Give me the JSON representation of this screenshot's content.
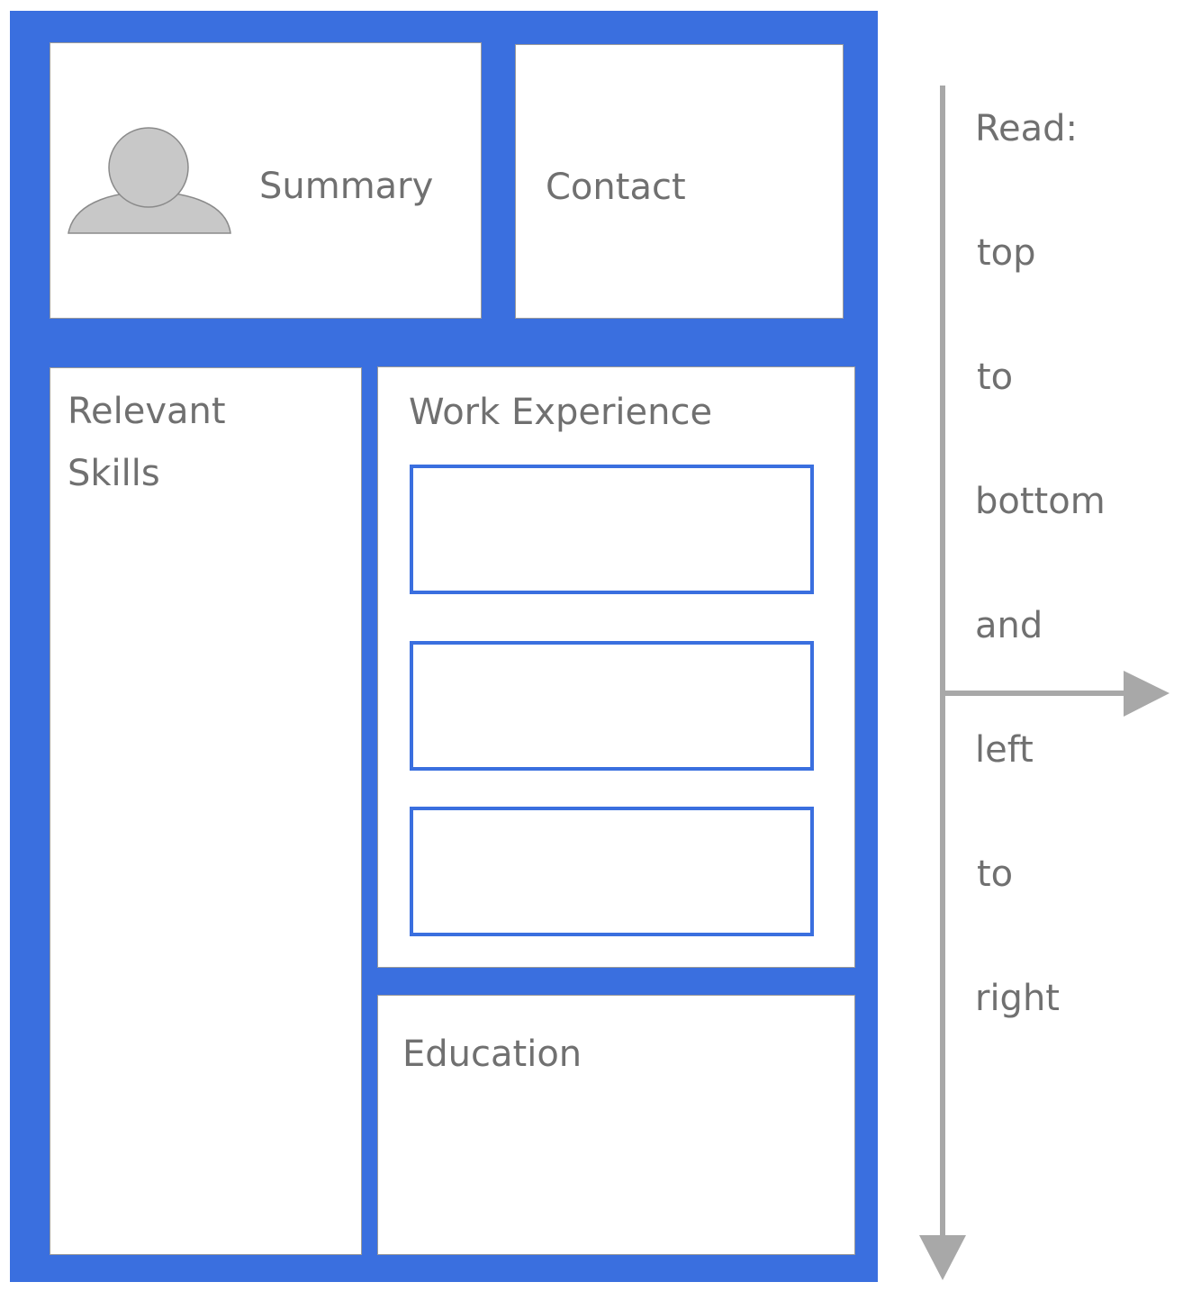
{
  "sections": {
    "summary": "Summary",
    "contact": "Contact",
    "skills": "Relevant\nSkills",
    "work_experience": "Work Experience",
    "education": "Education"
  },
  "work_experience_boxes": 3,
  "reading_order": [
    "Read:",
    "top",
    "to",
    "bottom",
    "and",
    "left",
    "to",
    "right"
  ],
  "colors": {
    "frame": "#3a6fdf",
    "text": "#707070",
    "arrow": "#a8a8a8",
    "avatar": "#c8c8c8"
  },
  "icons": [
    "person-avatar-icon",
    "down-arrow-icon",
    "right-arrow-icon"
  ]
}
